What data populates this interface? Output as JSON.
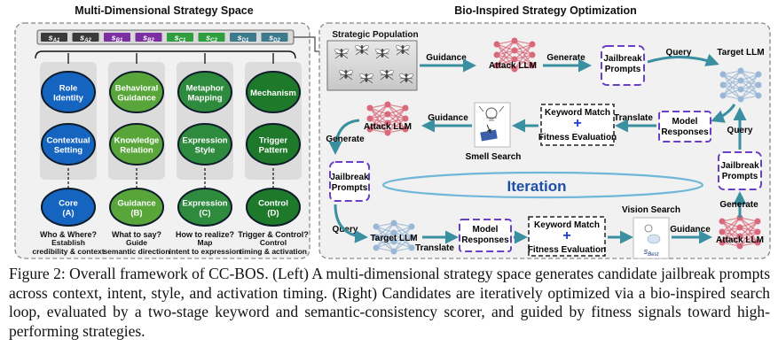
{
  "left_panel": {
    "title": "Multi-Dimensional Strategy Space",
    "tokens": [
      {
        "base": "s",
        "sub": "A1",
        "color": "#3a3a3a"
      },
      {
        "base": "s",
        "sub": "A2",
        "color": "#3a3a3a"
      },
      {
        "base": "s",
        "sub": "B1",
        "color": "#7b2fa0"
      },
      {
        "base": "s",
        "sub": "B2",
        "color": "#7b2fa0"
      },
      {
        "base": "s",
        "sub": "C1",
        "color": "#2e9e3e"
      },
      {
        "base": "s",
        "sub": "C2",
        "color": "#2e9e3e"
      },
      {
        "base": "s",
        "sub": "D1",
        "color": "#3c7a8c"
      },
      {
        "base": "s",
        "sub": "D2",
        "color": "#3c7a8c"
      }
    ],
    "columns": [
      {
        "circles": [
          "Role\nIdentity",
          "Contextual\nSetting"
        ],
        "bottom": "Core\n(A)",
        "question": "Who & Where?",
        "desc": "Establish\ncredibility & context",
        "color": "#1565c0"
      },
      {
        "circles": [
          "Behavioral\nGuidance",
          "Knowledge\nRelation"
        ],
        "bottom": "Guidance\n(B)",
        "question": "What to say?",
        "desc": "Guide\nsemantic direction",
        "color": "#58a63a"
      },
      {
        "circles": [
          "Metaphor\nMapping",
          "Expression\nStyle"
        ],
        "bottom": "Expression\n(C)",
        "question": "How to realize?",
        "desc": "Map\nintent to expression",
        "color": "#2e8b3e"
      },
      {
        "circles": [
          "Mechanism",
          "Trigger\nPattern"
        ],
        "bottom": "Control\n(D)",
        "question": "Trigger & Control?",
        "desc": "Control\ntiming & activation",
        "color": "#1e7a2a"
      }
    ]
  },
  "right_panel": {
    "title": "Bio-Inspired Strategy Optimization",
    "strategic_population": "Strategic Population",
    "guidance": "Guidance",
    "attack_llm": "Attack LLM",
    "generate": "Generate",
    "jailbreak_prompts": "Jailbreak\nPrompts",
    "query": "Query",
    "target_llm": "Target LLM",
    "model_responses": "Model\nResponses",
    "translate": "Translate",
    "keyword_match": "Keyword Match",
    "fitness_evaluation": "Fitness Evaluation",
    "smell_search": "Smell Search",
    "vision_search": "Vision Search",
    "iteration": "Iteration",
    "s_best": {
      "base": "s",
      "sub": "Best"
    }
  },
  "caption": {
    "label": "Figure 2:",
    "text": "Overall framework of CC-BOS. (Left) A multi-dimensional strategy space generates candidate jailbreak prompts across context, intent, style, and activation timing. (Right) Candidates are iteratively optimized via a bio-inspired search loop, evaluated by a two-stage keyword and semantic-consistency scorer, and guided by fitness signals toward high-performing strategies."
  },
  "colors": {
    "arrow": "#3a8fa0",
    "panel_bg": "#f1f1f1",
    "panel_border": "#888888",
    "attack_red": "#d9687a",
    "target_blue": "#9ab7d6",
    "purple_dash": "#6a3fc8"
  }
}
